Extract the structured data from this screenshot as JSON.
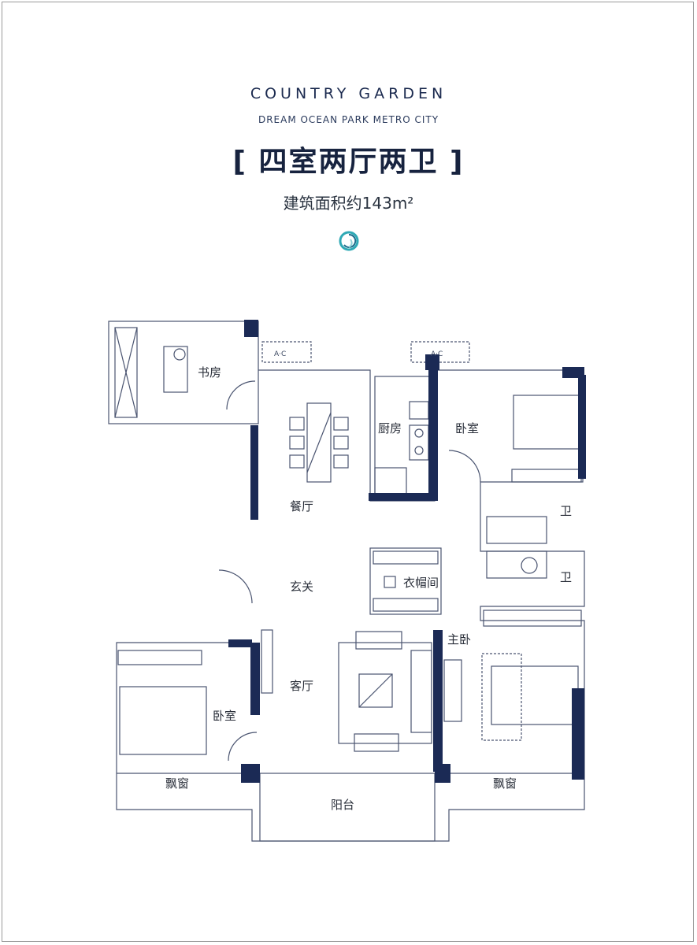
{
  "header": {
    "brand": "COUNTRY GARDEN",
    "subtitle": "DREAM OCEAN PARK METRO CITY",
    "layout_title": "[ 四室两厅两卫 ]",
    "area_label": "建筑面积约143m²"
  },
  "rooms": {
    "study": "书房",
    "dining": "餐厅",
    "kitchen": "厨房",
    "bedroom_north": "卧室",
    "bath_1": "卫",
    "bath_2": "卫",
    "closet": "衣帽间",
    "foyer": "玄关",
    "master": "主卧",
    "living": "客厅",
    "bedroom_south": "卧室",
    "bay_window_left": "飘窗",
    "bay_window_right": "飘窗",
    "balcony": "阳台"
  },
  "ac_units": {
    "ac_left": "A·C",
    "ac_right": "A·C"
  },
  "colors": {
    "wall": "#1b2a55",
    "line": "#4a5470",
    "accent": "#2fa9b5"
  }
}
